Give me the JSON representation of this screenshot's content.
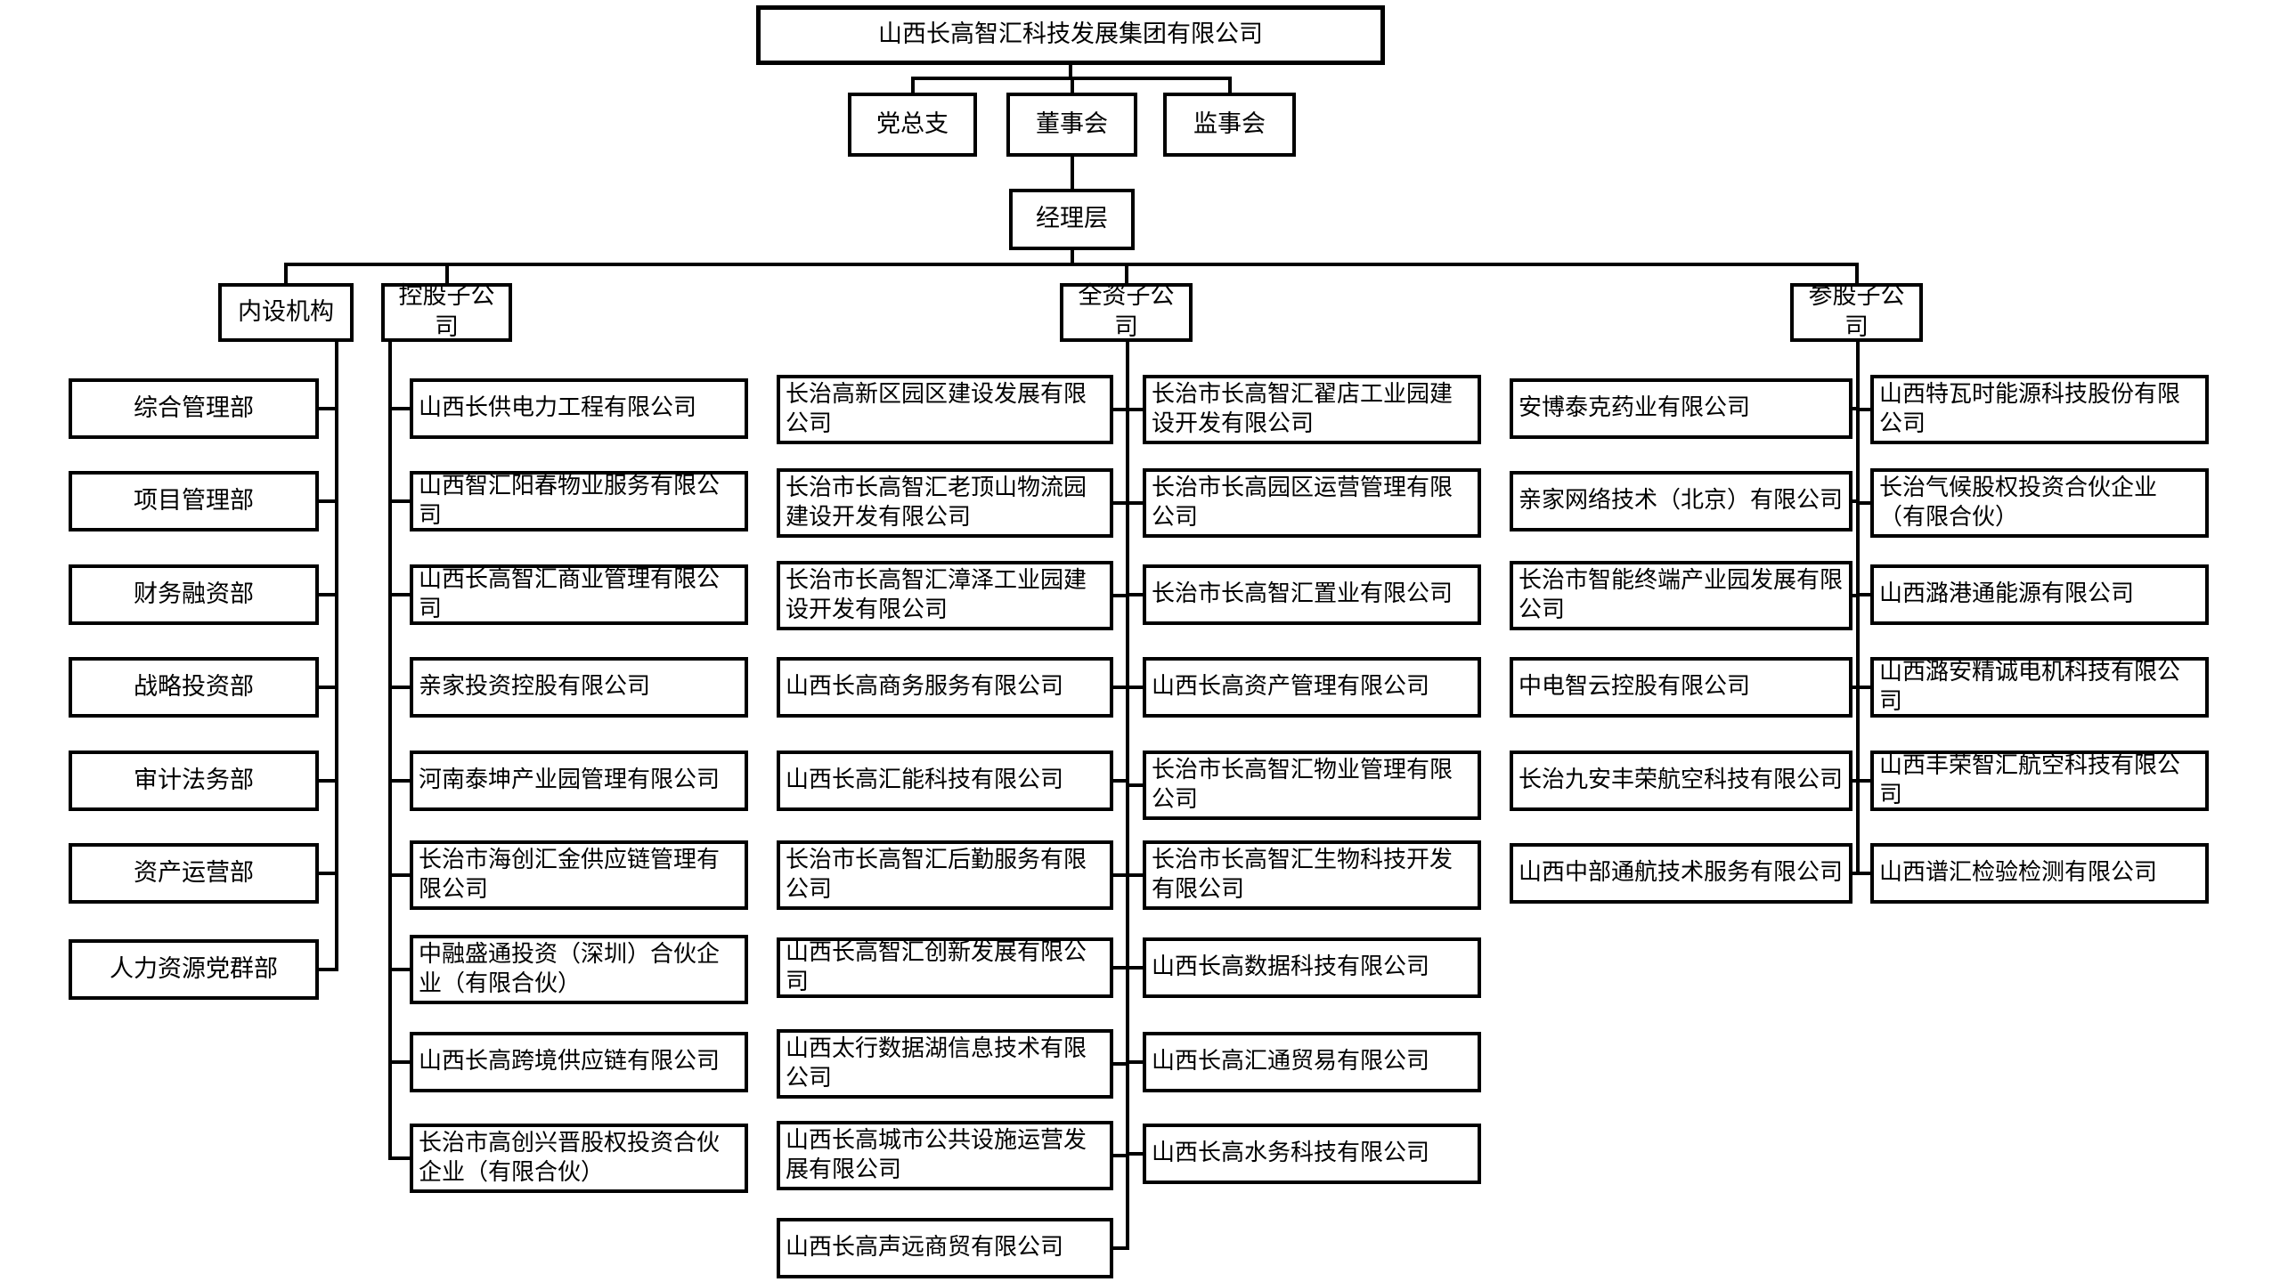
{
  "root": "山西长高智汇科技发展集团有限公司",
  "governance": [
    "党总支",
    "董事会",
    "监事会"
  ],
  "management": "经理层",
  "groups": {
    "internal": {
      "label": "内设机构",
      "items": [
        "综合管理部",
        "项目管理部",
        "财务融资部",
        "战略投资部",
        "审计法务部",
        "资产运营部",
        "人力资源党群部"
      ]
    },
    "holding": {
      "label": "控股子公司",
      "items": [
        "山西长供电力工程有限公司",
        "山西智汇阳春物业服务有限公司",
        "山西长高智汇商业管理有限公司",
        "亲家投资控股有限公司",
        "河南泰坤产业园管理有限公司",
        "长治市海创汇金供应链管理有限公司",
        "中融盛通投资（深圳）合伙企业（有限合伙）",
        "山西长高跨境供应链有限公司",
        "长治市高创兴晋股权投资合伙企业（有限合伙）"
      ]
    },
    "wholly": {
      "label": "全资子公司",
      "col1": [
        "长治高新区园区建设发展有限公司",
        "长治市长高智汇老顶山物流园建设开发有限公司",
        "长治市长高智汇漳泽工业园建设开发有限公司",
        "山西长高商务服务有限公司",
        "山西长高汇能科技有限公司",
        "长治市长高智汇后勤服务有限公司",
        "山西长高智汇创新发展有限公司",
        "山西太行数据湖信息技术有限公司",
        "山西长高城市公共设施运营发展有限公司",
        "山西长高声远商贸有限公司"
      ],
      "col2": [
        "长治市长高智汇翟店工业园建设开发有限公司",
        "长治市长高园区运营管理有限公司",
        "长治市长高智汇置业有限公司",
        "山西长高资产管理有限公司",
        "长治市长高智汇物业管理有限公司",
        "长治市长高智汇生物科技开发有限公司",
        "山西长高数据科技有限公司",
        "山西长高汇通贸易有限公司",
        "山西长高水务科技有限公司"
      ]
    },
    "invested": {
      "label": "参股子公司",
      "col1": [
        "安博泰克药业有限公司",
        "亲家网络技术（北京）有限公司",
        "长治市智能终端产业园发展有限公司",
        "中电智云控股有限公司",
        "长治九安丰荣航空科技有限公司",
        "山西中部通航技术服务有限公司"
      ],
      "col2": [
        "山西特瓦时能源科技股份有限公司",
        "长治气候股权投资合伙企业（有限合伙）",
        "山西潞港通能源有限公司",
        "山西潞安精诚电机科技有限公司",
        "山西丰荣智汇航空科技有限公司",
        "山西谱汇检验检测有限公司"
      ]
    }
  }
}
